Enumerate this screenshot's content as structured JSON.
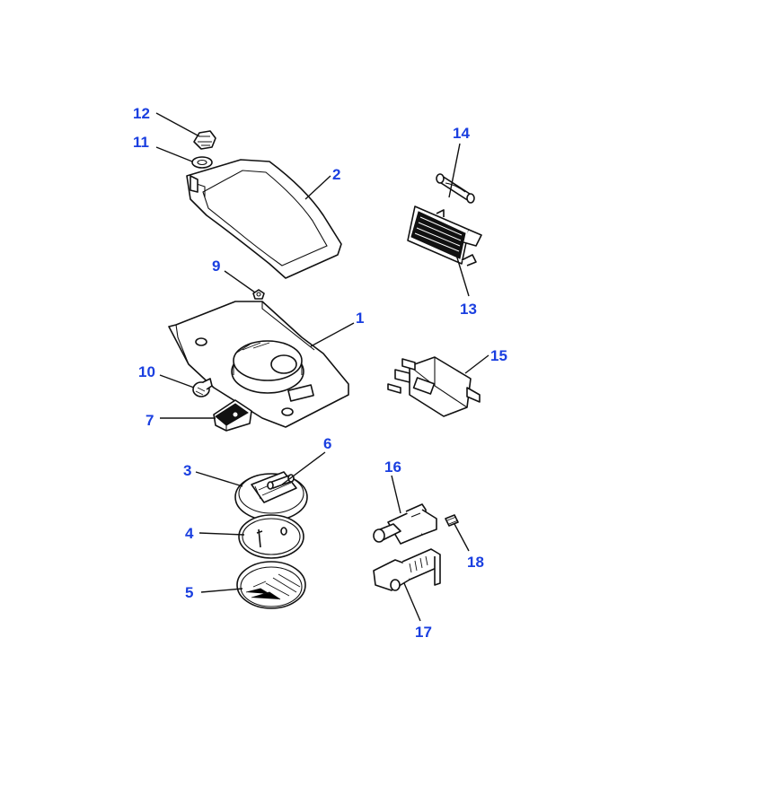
{
  "diagram": {
    "label_color": "#1a3fe0",
    "line_color": "#111111",
    "callouts": [
      {
        "id": "c1",
        "text": "1"
      },
      {
        "id": "c2",
        "text": "2"
      },
      {
        "id": "c3",
        "text": "3"
      },
      {
        "id": "c4",
        "text": "4"
      },
      {
        "id": "c5",
        "text": "5"
      },
      {
        "id": "c6",
        "text": "6"
      },
      {
        "id": "c7",
        "text": "7"
      },
      {
        "id": "c9",
        "text": "9"
      },
      {
        "id": "c10",
        "text": "10"
      },
      {
        "id": "c11",
        "text": "11"
      },
      {
        "id": "c12",
        "text": "12"
      },
      {
        "id": "c13",
        "text": "13"
      },
      {
        "id": "c14",
        "text": "14"
      },
      {
        "id": "c15",
        "text": "15"
      },
      {
        "id": "c16",
        "text": "16"
      },
      {
        "id": "c17",
        "text": "17"
      },
      {
        "id": "c18",
        "text": "18"
      }
    ]
  }
}
